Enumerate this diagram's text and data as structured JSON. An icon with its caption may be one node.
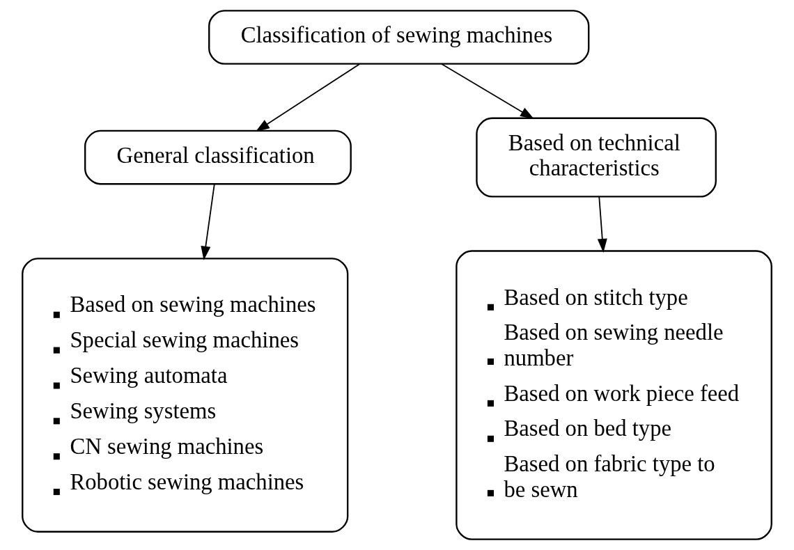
{
  "diagram": {
    "nodes": [
      {
        "text": [
          "Classification of sewing machines"
        ]
      },
      {
        "text": [
          "General classification"
        ]
      },
      {
        "text": [
          "Based on technical characteristics"
        ]
      },
      {
        "text": [
          "Based on sewing machines",
          "Special sewing machines",
          "Sewing automata",
          "Sewing systems",
          "CN sewing machines",
          "Robotic sewing machines"
        ]
      },
      {
        "text": [
          "Based on stitch type",
          "Based on sewing needle number",
          "Based on work piece feed",
          "Based on bed type",
          "Based on fabric type to be sewn"
        ]
      }
    ],
    "edges": [
      {
        "from": 0,
        "to": 1,
        "arrow": "to"
      },
      {
        "from": 0,
        "to": 2,
        "arrow": "to"
      },
      {
        "from": 1,
        "to": 3,
        "arrow": "to"
      },
      {
        "from": 2,
        "to": 4,
        "arrow": "to"
      }
    ]
  }
}
